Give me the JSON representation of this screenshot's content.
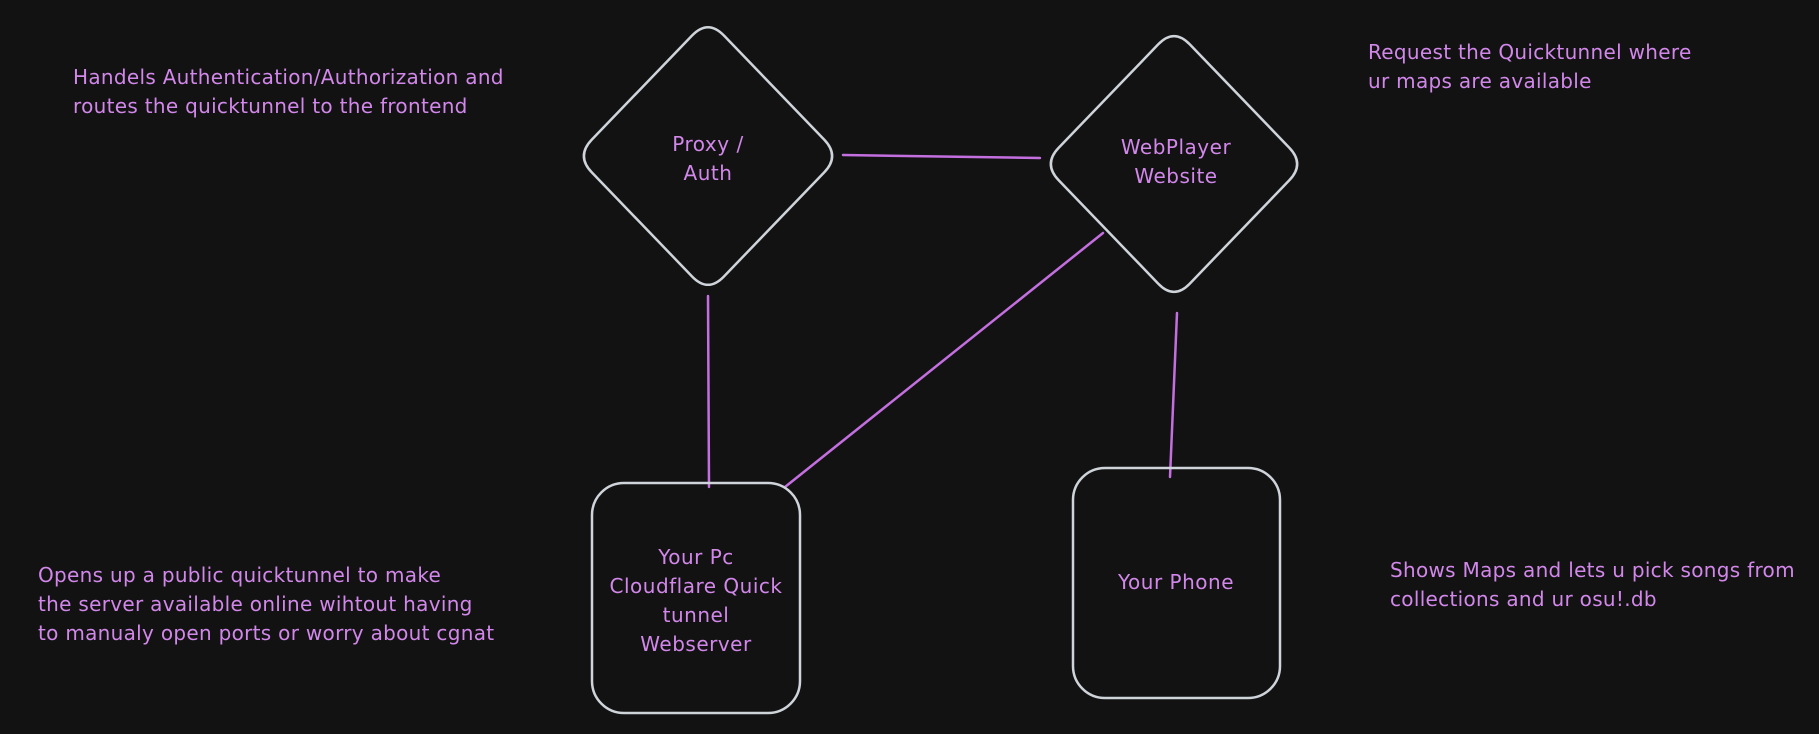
{
  "colors": {
    "background": "#121212",
    "shape_stroke": "#ced4da",
    "connector_stroke": "#c46fe0",
    "text": "#d287ea"
  },
  "diagram": {
    "nodes": [
      {
        "id": "proxy-auth",
        "shape": "diamond",
        "label": "Proxy /\nAuth"
      },
      {
        "id": "webplayer-website",
        "shape": "diamond",
        "label": "WebPlayer\nWebsite"
      },
      {
        "id": "pc-webserver",
        "shape": "rounded-rectangle",
        "label": "Your Pc\nCloudflare Quick\ntunnel\nWebserver"
      },
      {
        "id": "phone",
        "shape": "rounded-rectangle",
        "label": "Your Phone"
      }
    ],
    "edges": [
      {
        "from": "proxy-auth",
        "to": "webplayer-website"
      },
      {
        "from": "proxy-auth",
        "to": "pc-webserver"
      },
      {
        "from": "webplayer-website",
        "to": "pc-webserver"
      },
      {
        "from": "webplayer-website",
        "to": "phone"
      }
    ],
    "annotations": [
      {
        "id": "note-top-left",
        "text": "Handels Authentication/Authorization and\nroutes the quicktunnel to the frontend"
      },
      {
        "id": "note-top-right",
        "text": "Request the Quicktunnel where\nur maps are available"
      },
      {
        "id": "note-bottom-left",
        "text": "Opens up a public quicktunnel to make\nthe server available online wihtout having\nto manualy open ports or worry about cgnat"
      },
      {
        "id": "note-bottom-right",
        "text": "Shows Maps and lets u pick songs from\ncollections and ur osu!.db"
      }
    ]
  }
}
